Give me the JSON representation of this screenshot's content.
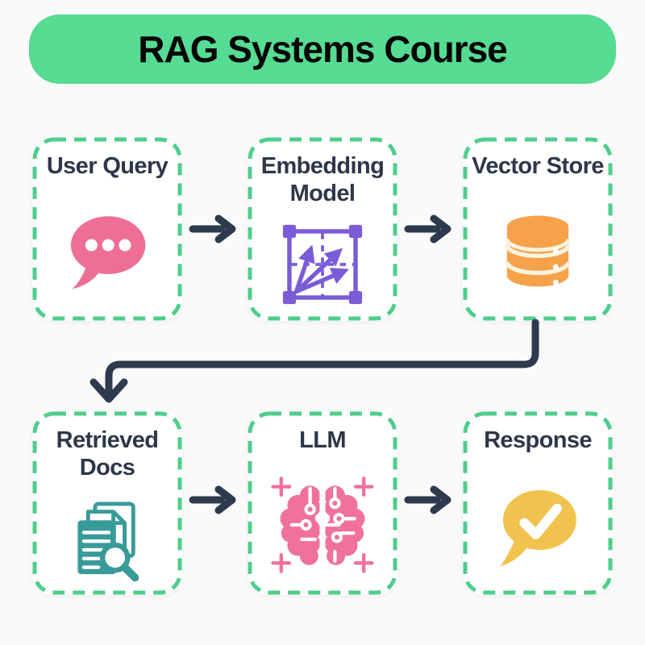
{
  "title": "RAG Systems Course",
  "diagram_type": "flowchart",
  "nodes": [
    {
      "label": "User Query",
      "icon": "chat-bubble-icon"
    },
    {
      "label": "Embedding Model",
      "icon": "vector-grid-icon"
    },
    {
      "label": "Vector Store",
      "icon": "database-icon"
    },
    {
      "label": "Retrieved Docs",
      "icon": "documents-search-icon"
    },
    {
      "label": "LLM",
      "icon": "brain-circuit-icon"
    },
    {
      "label": "Response",
      "icon": "chat-check-icon"
    }
  ],
  "edges": [
    {
      "from": "User Query",
      "to": "Embedding Model"
    },
    {
      "from": "Embedding Model",
      "to": "Vector Store"
    },
    {
      "from": "Vector Store",
      "to": "Retrieved Docs"
    },
    {
      "from": "Retrieved Docs",
      "to": "LLM"
    },
    {
      "from": "LLM",
      "to": "Response"
    }
  ],
  "colors": {
    "banner_green": "#56DB93",
    "dashed_border_green": "#4FCD8C",
    "arrow_dark": "#2E3A4E",
    "label_text": "#2D3748",
    "chat_bubble_pink": "#EE6E96",
    "vector_grid_purple": "#7B5BD6",
    "database_orange": "#F5A24A",
    "documents_teal": "#399B99",
    "brain_pink": "#F0719B",
    "response_yellow": "#F2C24E"
  }
}
